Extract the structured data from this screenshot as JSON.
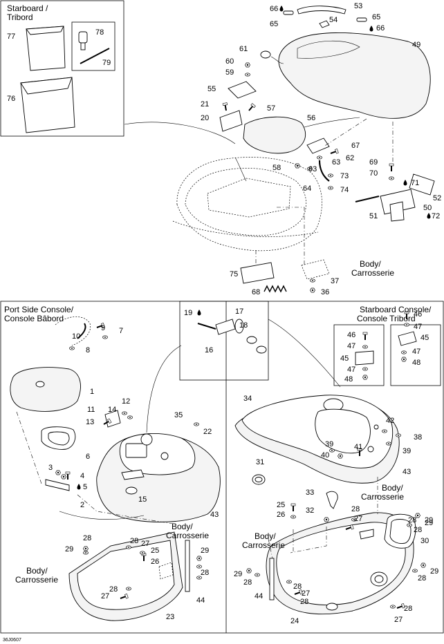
{
  "sections": {
    "starboard_tribord_top": [
      "Starboard /",
      "Tribord"
    ],
    "body_top": [
      "Body/",
      "Carrosserie"
    ],
    "port_console": [
      "Port Side Console/",
      "Console Bâbord"
    ],
    "starboard_console": [
      "Starboard Console/",
      "Console Tribord"
    ],
    "body_left": [
      "Body/",
      "Carrosserie"
    ],
    "body_mid": [
      "Body/",
      "Carrosserie"
    ],
    "body_right": [
      "Body/",
      "Carrosserie"
    ],
    "body_right_lower": [
      "Body/",
      "Carrosserie"
    ]
  },
  "image_code": "36J0607",
  "callouts": {
    "c77": "77",
    "c78": "78",
    "c79": "79",
    "c76": "76",
    "c66a": "66",
    "c65a": "65",
    "c53": "53",
    "c54": "54",
    "c65b": "65",
    "c66b": "66",
    "c49": "49",
    "c61": "61",
    "c60": "60",
    "c59": "59",
    "c55": "55",
    "c21": "21",
    "c57": "57",
    "c20": "20",
    "c56": "56",
    "c67": "67",
    "c62": "62",
    "c63a": "63",
    "c58": "58",
    "c63b": "63",
    "c73": "73",
    "c64": "64",
    "c74": "74",
    "c69": "69",
    "c70": "70",
    "c71": "71",
    "c52": "52",
    "c50": "50",
    "c51": "51",
    "c72": "72",
    "c75": "75",
    "c37": "37",
    "c68": "68",
    "c36": "36",
    "c17": "17",
    "c18": "18",
    "c19": "19",
    "c16": "16",
    "c9": "9",
    "c7": "7",
    "c10": "10",
    "c8": "8",
    "c1": "1",
    "c11": "11",
    "c14": "14",
    "c12": "12",
    "c13": "13",
    "c6": "6",
    "c3": "3",
    "c4": "4",
    "c5": "5",
    "c2": "2",
    "c35": "35",
    "c22": "22",
    "c15": "15",
    "c43a": "43",
    "c46a": "46",
    "c47a": "47",
    "c45a": "45",
    "c47b": "47",
    "c48a": "48",
    "c46b": "46",
    "c47c": "47",
    "c45b": "45",
    "c47d": "47",
    "c48b": "48",
    "c34": "34",
    "c42": "42",
    "c38": "38",
    "c39a": "39",
    "c40": "40",
    "c41": "41",
    "c39b": "39",
    "c43b": "43",
    "c31": "31",
    "c33": "33",
    "c25a": "25",
    "c26a": "26",
    "c32": "32",
    "c28a": "28",
    "c27a": "27",
    "c29a": "29",
    "c28b": "28",
    "c30": "30",
    "c29b": "29",
    "c28c": "28",
    "c29c": "29",
    "c28d": "28",
    "c44a": "44",
    "c28e": "28",
    "c27b": "27",
    "c24": "24",
    "c28f": "28",
    "c27c": "27",
    "c28g": "28",
    "c29d": "29",
    "c28h": "28",
    "c27d": "27",
    "c25b": "25",
    "c26b": "26",
    "c29e": "29",
    "c28i": "28",
    "c28j": "28",
    "c27e": "27",
    "c23": "23",
    "c44b": "44",
    "c29f": "29",
    "c28k": "28",
    "c28l": "28"
  }
}
